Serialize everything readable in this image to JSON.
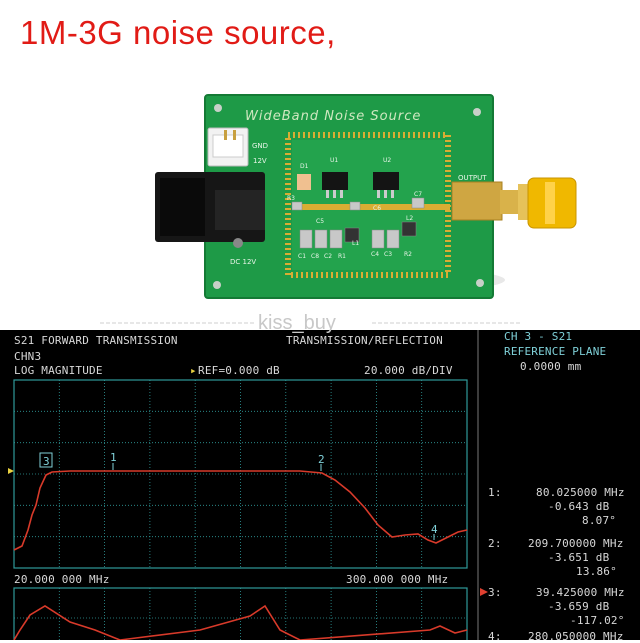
{
  "title": "1M-3G noise source,",
  "watermark": "kiss_buy",
  "board": {
    "silkscreen_title": "WideBand Noise Source",
    "labels": {
      "gnd": "GND",
      "v12": "12V",
      "dc12v": "DC 12V",
      "output": "OUTPUT",
      "d1": "D1",
      "u1": "U1",
      "u2": "U2",
      "r3": "R3",
      "c5": "C5",
      "c6": "C6",
      "c7": "C7",
      "l1": "L1",
      "l2": "L2",
      "c1": "C1",
      "c8": "C8",
      "c2": "C2",
      "r1": "R1",
      "c4": "C4",
      "c3": "C3",
      "r2": "R2"
    },
    "colors": {
      "pcb": "#1e9a47",
      "gold": "#d9ad33",
      "connector": "#e6b400",
      "jack": "#161616"
    }
  },
  "analyzer": {
    "header_left": "S21 FORWARD TRANSMISSION",
    "header_right": "TRANSMISSION/REFLECTION",
    "channel": "CHN3",
    "format": "LOG MAGNITUDE",
    "ref_arrow": "▸",
    "ref": "REF=0.000 dB",
    "scale": "20.000 dB/DIV",
    "start_freq": "20.000 000 MHz",
    "stop_freq": "300.000 000 MHz",
    "panel": {
      "ch_line": "CH 3 - S21",
      "ref_plane": "REFERENCE PLANE",
      "ref_plane_value": "0.0000 mm",
      "markers": [
        {
          "id": "1:",
          "freq": "80.025000 MHz",
          "mag": "-0.643 dB",
          "phase": "8.07°"
        },
        {
          "id": "2:",
          "freq": "209.700000 MHz",
          "mag": "-3.651 dB",
          "phase": "13.86°"
        },
        {
          "id": "3:",
          "freq": "39.425000 MHz",
          "mag": "-3.659 dB",
          "phase": "-117.02°"
        },
        {
          "id": "4:",
          "freq": "280.050000 MHz",
          "mag": "",
          "phase": ""
        }
      ]
    },
    "trace_markers": [
      "3",
      "1",
      "2",
      "4"
    ],
    "colors": {
      "grid": "#2f9a9a",
      "trace": "#d83a2a",
      "text": "#d8d8d8"
    }
  }
}
